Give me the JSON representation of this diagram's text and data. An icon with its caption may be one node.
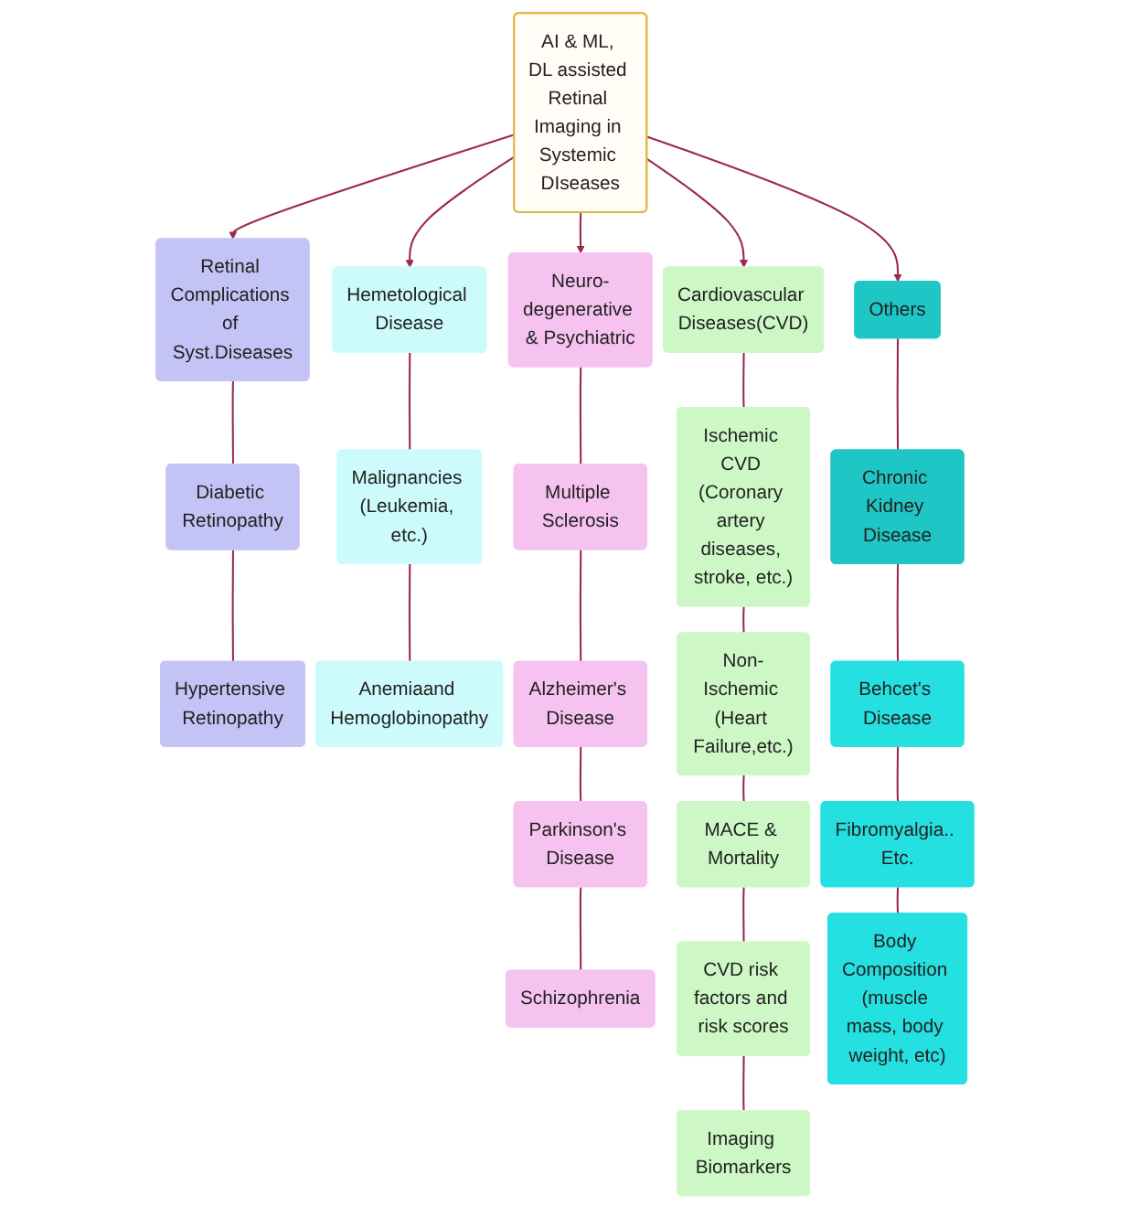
{
  "diagram": {
    "nodes": [
      {
        "text": [
          "AI & ML, DL assisted Retinal Imaging in Systemic DIseases"
        ]
      },
      {
        "text": [
          "Retinal Complications of Syst.Diseases"
        ]
      },
      {
        "text": [
          "Diabetic Retinopathy"
        ]
      },
      {
        "text": [
          "Hypertensive Retinopathy"
        ]
      },
      {
        "text": [
          "Hemetological Disease"
        ]
      },
      {
        "text": [
          "Malignancies (Leukemia, etc.)"
        ]
      },
      {
        "text": [
          "Anemiaand Hemoglobinopathy"
        ]
      },
      {
        "text": [
          "Neuro-degenerative & Psychiatric"
        ]
      },
      {
        "text": [
          "Multiple Sclerosis"
        ]
      },
      {
        "text": [
          "Alzheimer's Disease"
        ]
      },
      {
        "text": [
          "Parkinson's Disease"
        ]
      },
      {
        "text": [
          "Schizophrenia"
        ]
      },
      {
        "text": [
          "Cardiovascular Diseases(CVD)"
        ]
      },
      {
        "text": [
          "Ischemic CVD (Coronary artery diseases, stroke, etc.)"
        ]
      },
      {
        "text": [
          "Non-Ischemic (Heart Failure,etc.)"
        ]
      },
      {
        "text": [
          "MACE & Mortality"
        ]
      },
      {
        "text": [
          "CVD risk factors and risk scores"
        ]
      },
      {
        "text": [
          "Imaging Biomarkers"
        ]
      },
      {
        "text": [
          "Others"
        ]
      },
      {
        "text": [
          "Chronic Kidney Disease"
        ]
      },
      {
        "text": [
          "Behcet's Disease"
        ]
      },
      {
        "text": [
          "Fibromyalgia.. Etc."
        ]
      },
      {
        "text": [
          "Body Composition (muscle mass, body weight, etc)"
        ]
      }
    ],
    "edges": [
      {
        "from": 0,
        "to": 1,
        "arrow": "to"
      },
      {
        "from": 0,
        "to": 4,
        "arrow": "to"
      },
      {
        "from": 0,
        "to": 7,
        "arrow": "to"
      },
      {
        "from": 0,
        "to": 12,
        "arrow": "to"
      },
      {
        "from": 0,
        "to": 18,
        "arrow": "to"
      },
      {
        "from": 1,
        "to": 2,
        "arrow": "none"
      },
      {
        "from": 2,
        "to": 3,
        "arrow": "none"
      },
      {
        "from": 4,
        "to": 5,
        "arrow": "none"
      },
      {
        "from": 5,
        "to": 6,
        "arrow": "none"
      },
      {
        "from": 7,
        "to": 8,
        "arrow": "none"
      },
      {
        "from": 8,
        "to": 9,
        "arrow": "none"
      },
      {
        "from": 9,
        "to": 10,
        "arrow": "none"
      },
      {
        "from": 10,
        "to": 11,
        "arrow": "none"
      },
      {
        "from": 12,
        "to": 13,
        "arrow": "none"
      },
      {
        "from": 13,
        "to": 14,
        "arrow": "none"
      },
      {
        "from": 14,
        "to": 15,
        "arrow": "none"
      },
      {
        "from": 15,
        "to": 16,
        "arrow": "none"
      },
      {
        "from": 16,
        "to": 17,
        "arrow": "none"
      },
      {
        "from": 18,
        "to": 19,
        "arrow": "none"
      },
      {
        "from": 19,
        "to": 20,
        "arrow": "none"
      },
      {
        "from": 20,
        "to": 21,
        "arrow": "none"
      },
      {
        "from": 21,
        "to": 22,
        "arrow": "none"
      }
    ]
  }
}
